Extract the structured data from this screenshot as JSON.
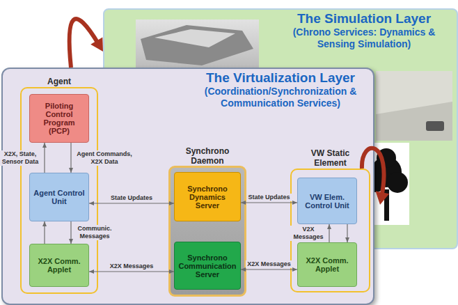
{
  "diagram": {
    "nodes": [
      {
        "text": [
          "The Simulation Layer",
          "(Chrono Services: Dynamics & Sensing Simulation)"
        ]
      },
      {
        "text": [
          "The Virtualization Layer",
          "(Coordination/Synchronization & Communication Services)"
        ]
      },
      {
        "text": [
          "Agent"
        ],
        "in": 1
      },
      {
        "text": [
          "Piloting Control Program (PCP)"
        ],
        "in": 2
      },
      {
        "text": [
          "Agent Control Unit"
        ],
        "in": 2
      },
      {
        "text": [
          "X2X Comm. Applet"
        ],
        "in": 2
      },
      {
        "text": [
          "Synchrono Daemon"
        ],
        "in": 1
      },
      {
        "text": [
          "Synchrono Dynamics Server"
        ],
        "in": 6
      },
      {
        "text": [
          "Synchrono Communication Server"
        ],
        "in": 6
      },
      {
        "text": [
          "VW Static Element"
        ],
        "in": 1
      },
      {
        "text": [
          "VW Elem. Control Unit"
        ],
        "in": 9
      },
      {
        "text": [
          "X2X Comm. Applet"
        ],
        "in": 9
      }
    ],
    "edges": [
      {
        "from": 1,
        "to": 0,
        "arrow": "to"
      },
      {
        "from": 4,
        "to": 3,
        "label": "X2X, State, Sensor Data",
        "arrow": "to"
      },
      {
        "from": 3,
        "to": 4,
        "label": "Agent Commands, X2X Data",
        "arrow": "to"
      },
      {
        "from": 5,
        "to": 4,
        "arrow": "to"
      },
      {
        "from": 4,
        "to": 5,
        "label": "Communic. Messages",
        "arrow": "to"
      },
      {
        "from": 4,
        "to": 7,
        "label": "State Updates",
        "arrow": "both"
      },
      {
        "from": 7,
        "to": 10,
        "label": "State Updates",
        "arrow": "both"
      },
      {
        "from": 5,
        "to": 8,
        "label": "X2X Messages",
        "arrow": "both"
      },
      {
        "from": 8,
        "to": 11,
        "label": "X2X Messages",
        "arrow": "both"
      },
      {
        "from": 11,
        "to": 10,
        "label": "V2X Messages",
        "arrow": "to"
      },
      {
        "from": 10,
        "to": 11,
        "arrow": "to"
      },
      {
        "from": 9,
        "to": 0,
        "arrow": "to"
      }
    ]
  }
}
